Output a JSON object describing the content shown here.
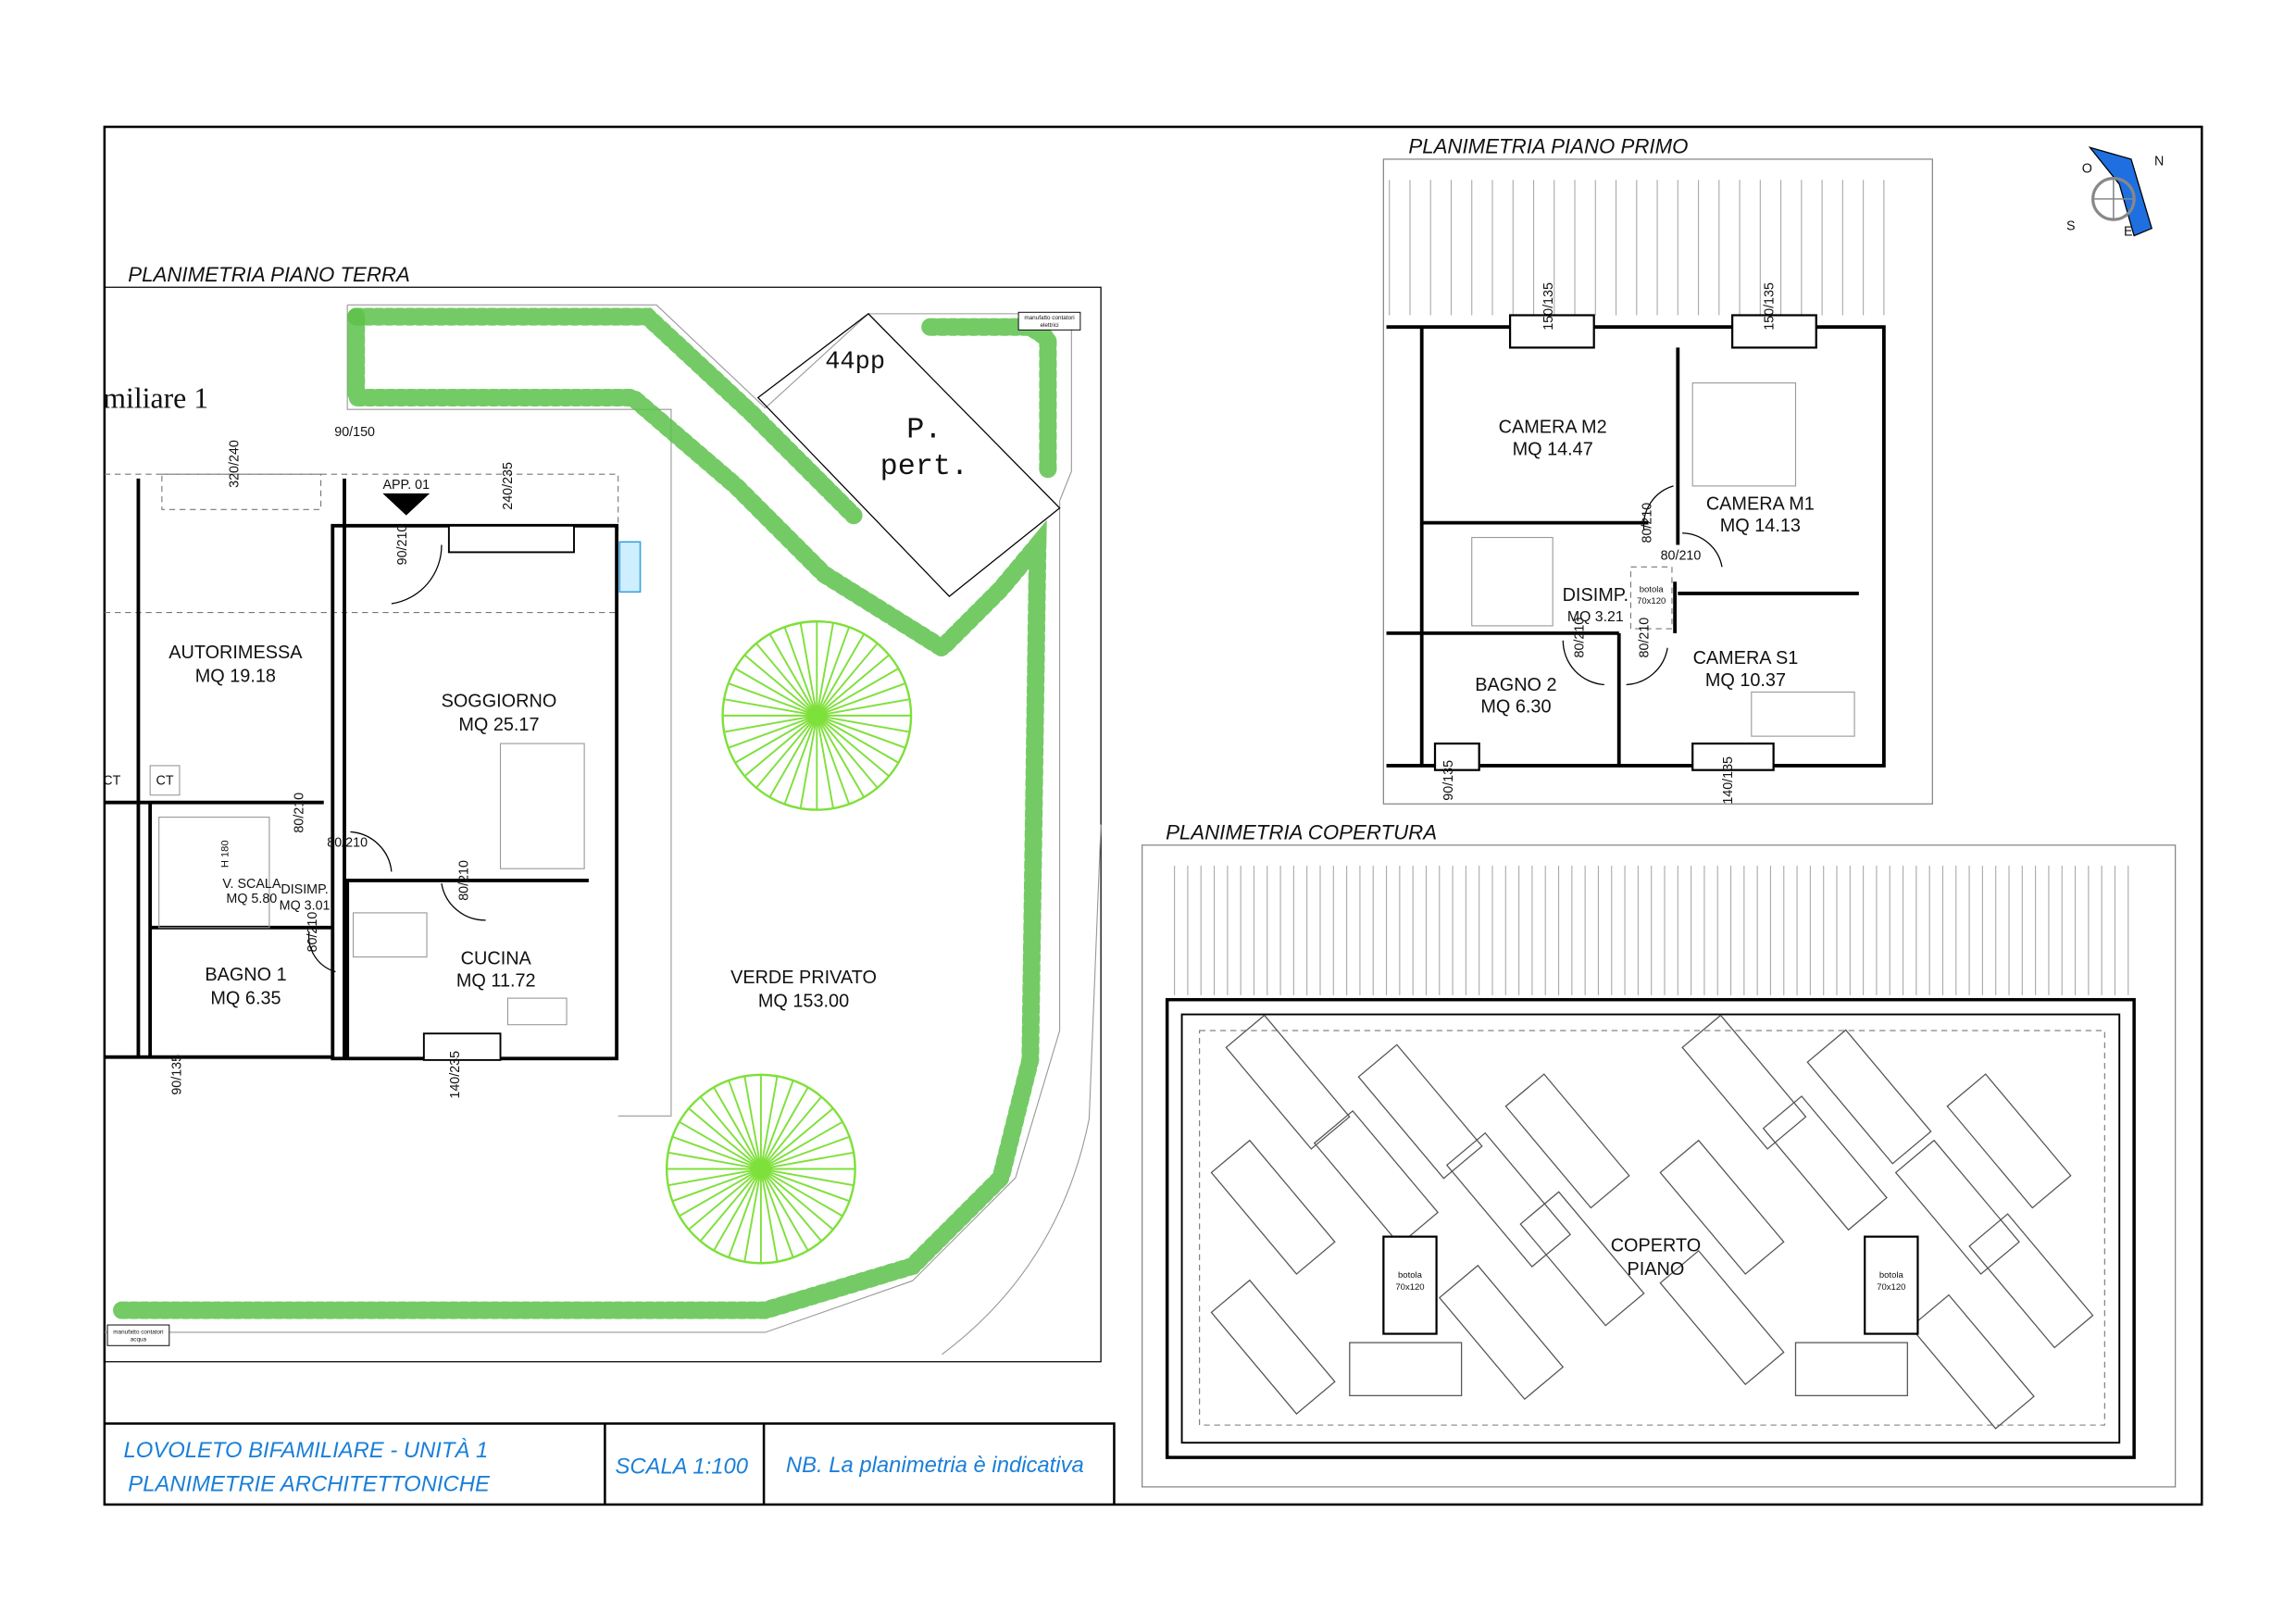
{
  "sections": {
    "ground": "PLANIMETRIA PIANO TERRA",
    "first": "PLANIMETRIA PIANO PRIMO",
    "roof": "PLANIMETRIA COPERTURA"
  },
  "ground_floor": {
    "unit_label": "miliare 1",
    "app_label": "APP. 01",
    "rooms": [
      {
        "name": "AUTORIMESSA",
        "area": "MQ 19.18"
      },
      {
        "name": "SOGGIORNO",
        "area": "MQ 25.17"
      },
      {
        "name": "V. SCALA",
        "area": "MQ 5.80"
      },
      {
        "name": "DISIMP.",
        "area": "MQ 3.01"
      },
      {
        "name": "BAGNO 1",
        "area": "MQ 6.35"
      },
      {
        "name": "CUCINA",
        "area": "MQ 11.72"
      },
      {
        "name": "VERDE PRIVATO",
        "area": "MQ 153.00"
      }
    ],
    "parking": {
      "number": "44pp",
      "line1": "P.",
      "line2": "pert."
    },
    "dims": [
      "90/150",
      "320/240",
      "240/235",
      "90/210",
      "80/210",
      "80/210",
      "80/210",
      "80/210",
      "90/135",
      "140/235"
    ],
    "ct": [
      "CT",
      "CT"
    ],
    "stair_h": "H 180",
    "meter_electric": [
      "manufatto contatori",
      "elettrici"
    ],
    "meter_water": [
      "manufatto contatori",
      "acqua"
    ]
  },
  "first_floor": {
    "rooms": [
      {
        "name": "CAMERA M2",
        "area": "MQ 14.47"
      },
      {
        "name": "CAMERA M1",
        "area": "MQ 14.13"
      },
      {
        "name": "DISIMP.",
        "area": "MQ 3.21"
      },
      {
        "name": "BAGNO 2",
        "area": "MQ 6.30"
      },
      {
        "name": "CAMERA S1",
        "area": "MQ 10.37"
      }
    ],
    "hatch": [
      "botola",
      "70x120"
    ],
    "dims": [
      "150/135",
      "150/135",
      "80/210",
      "80/210",
      "80/210",
      "80/210",
      "90/135",
      "140/135"
    ]
  },
  "roof": {
    "label": [
      "COPERTO",
      "PIANO"
    ],
    "hatch": [
      "botola",
      "70x120"
    ]
  },
  "compass": {
    "n": "N",
    "o": "O",
    "s": "S",
    "e": "E"
  },
  "title_block": {
    "project": "LOVOLETO BIFAMILIARE - UNITÀ 1",
    "subtitle": "PLANIMETRIE ARCHITETTONICHE",
    "scale": "SCALA 1:100",
    "note": "NB. La planimetria è indicativa"
  },
  "colors": {
    "title_blue": "#1a7fd8",
    "hedge_green": "#5cc24a",
    "tree_green": "#7ee03a",
    "compass_blue": "#1f6fe0"
  }
}
